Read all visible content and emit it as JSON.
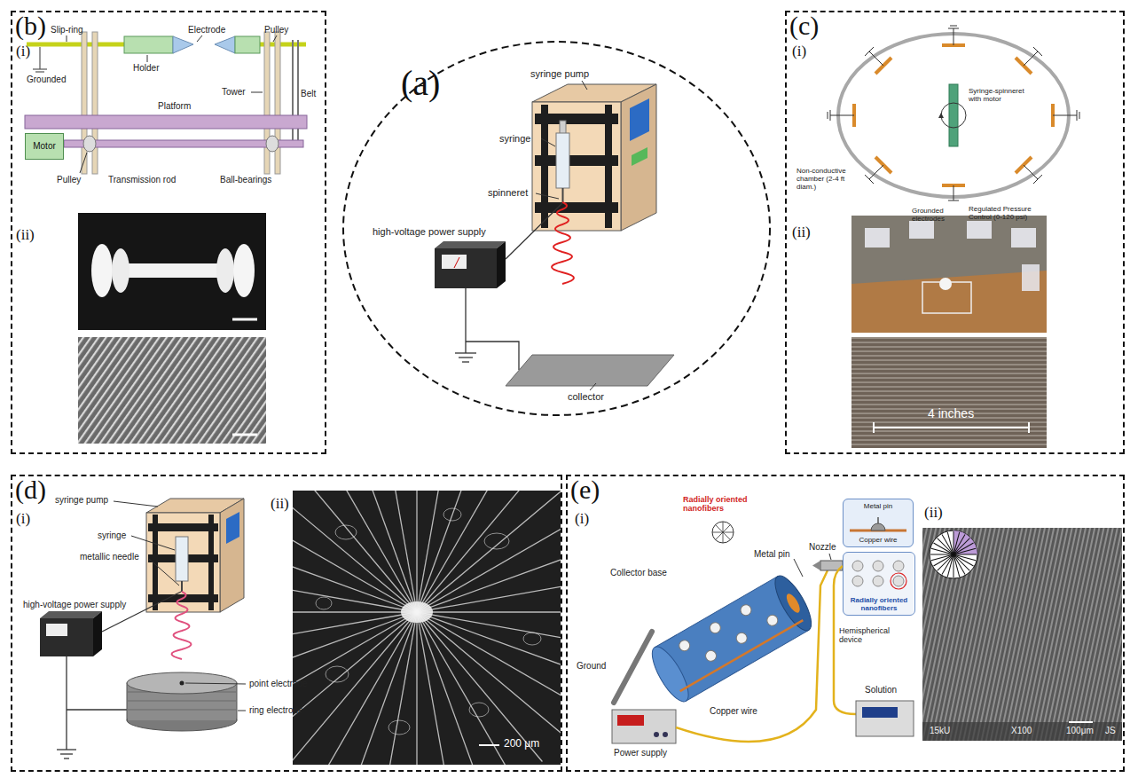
{
  "diagram": {
    "nodes": [
      {
        "text": [
          "(b)"
        ]
      },
      {
        "text": [
          "Motor"
        ],
        "in": 0
      },
      {
        "text": [
          "(a)"
        ]
      },
      {
        "text": [
          "(c)"
        ]
      },
      {
        "text": [
          "(d)"
        ]
      },
      {
        "text": [
          "(e)"
        ]
      },
      {
        "text": [
          "Metal pin",
          "Copper wire"
        ],
        "in": 5
      },
      {
        "text": [
          "Radially oriented nanofibers"
        ],
        "in": 5
      }
    ],
    "labels": [
      "(i)",
      "Slip-ring",
      "Electrode",
      "Pulley",
      "Holder",
      "Grounded",
      "Tower",
      "Platform",
      "Belt",
      "Pulley",
      "Transmission rod",
      "Ball-bearings",
      "(ii)",
      "syringe pump",
      "syringe",
      "spinneret",
      "high-voltage power supply",
      "collector",
      "(i)",
      "Syringe-spinneret with motor",
      "Non-conductive chamber (2-4 ft diam.)",
      "Grounded electrodes",
      "Regulated Pressure Control (0-120 psi)",
      "(ii)",
      "4 inches",
      "(i)",
      "syringe pump",
      "syringe",
      "metallic needle",
      "high-voltage power supply",
      "point electrode",
      "ring electrode",
      "(ii)",
      "200 μm",
      "(i)",
      "Radially oriented nanofibers",
      "Collector base",
      "Metal pin",
      "Nozzle",
      "Hemispherical device",
      "Copper wire",
      "Solution",
      "Ground",
      "Power supply",
      "(ii)",
      "15kU",
      "X100",
      "100μm",
      "JS"
    ]
  }
}
